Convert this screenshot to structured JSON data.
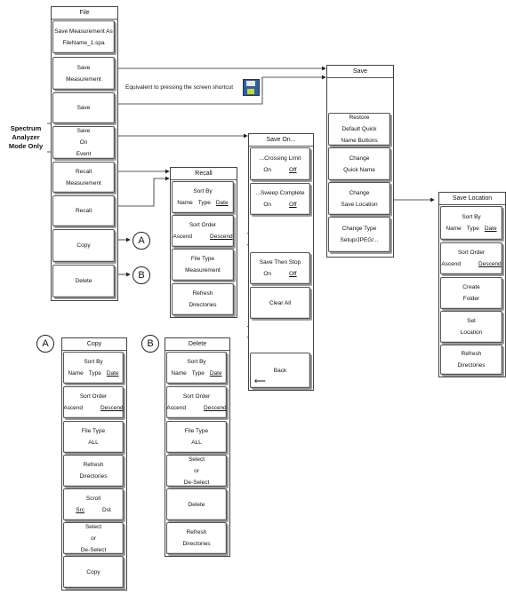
{
  "file_menu": {
    "title": "File",
    "keys": [
      {
        "lines": [
          "Save Measurement As",
          "FileName_1.spa"
        ]
      },
      {
        "lines": [
          "Save",
          "Measurement"
        ]
      },
      {
        "lines": [
          "Save"
        ]
      },
      {
        "lines": [
          "Save",
          "On",
          "Event"
        ]
      },
      {
        "lines": [
          "Recall",
          "Measurement"
        ]
      },
      {
        "lines": [
          "Recall"
        ]
      },
      {
        "lines": [
          "Copy"
        ]
      },
      {
        "lines": [
          "Delete"
        ]
      }
    ]
  },
  "side_label": [
    "Spectrum",
    "Analyzer",
    "Mode Only"
  ],
  "shortcut_note": "Equivalent to pressing the screen shortcut",
  "save_menu": {
    "title": "Save",
    "keys": [
      {
        "lines": [
          "Restore",
          "Default Quick",
          "Name Buttons"
        ]
      },
      {
        "lines": [
          "Change",
          "Quick Name"
        ]
      },
      {
        "lines": [
          "Change",
          "Save Location"
        ]
      },
      {
        "lines": [
          "Change Type",
          "Setup/JPEG/..."
        ]
      }
    ]
  },
  "save_location_menu": {
    "title": "Save Location",
    "keys": [
      {
        "lines": [
          "Sort By"
        ],
        "opts": [
          "Name",
          "Type",
          "Date"
        ],
        "sel": 2
      },
      {
        "lines": [
          "Sort Order"
        ],
        "opts": [
          "Ascend",
          "Descend"
        ],
        "sel": 1
      },
      {
        "lines": [
          "Create",
          "Folder"
        ]
      },
      {
        "lines": [
          "Set",
          "Location"
        ]
      },
      {
        "lines": [
          "Refresh",
          "Directories"
        ]
      }
    ]
  },
  "save_on_menu": {
    "title": "Save On...",
    "keys": [
      {
        "lines": [
          "...Crossing Limit"
        ],
        "opts": [
          "On",
          "Off"
        ],
        "sel": 1
      },
      {
        "lines": [
          "...Sweep Complete"
        ],
        "opts": [
          "On",
          "Off"
        ],
        "sel": 1
      },
      {
        "lines": [
          "Save Then Stop"
        ],
        "opts": [
          "On",
          "Off"
        ],
        "sel": 1
      },
      {
        "lines": [
          "Clear All"
        ]
      },
      {
        "lines": [
          "Back"
        ]
      }
    ],
    "back_arrow": "⟵"
  },
  "recall_menu": {
    "title": "Recall",
    "keys": [
      {
        "lines": [
          "Sort By"
        ],
        "opts": [
          "Name",
          "Type",
          "Date"
        ],
        "sel": 2
      },
      {
        "lines": [
          "Sort Order"
        ],
        "opts": [
          "Ascend",
          "Descend"
        ],
        "sel": 1
      },
      {
        "lines": [
          "File Type",
          "Measurement"
        ]
      },
      {
        "lines": [
          "Refresh",
          "Directories"
        ]
      }
    ]
  },
  "copy_menu": {
    "marker": "A",
    "title": "Copy",
    "keys": [
      {
        "lines": [
          "Sort By"
        ],
        "opts": [
          "Name",
          "Type",
          "Date"
        ],
        "sel": 2
      },
      {
        "lines": [
          "Sort Order"
        ],
        "opts": [
          "Ascend",
          "Descend"
        ],
        "sel": 1
      },
      {
        "lines": [
          "File Type",
          "ALL"
        ]
      },
      {
        "lines": [
          "Refresh",
          "Directories"
        ]
      },
      {
        "lines": [
          "Scroll"
        ],
        "opts": [
          "Src",
          "Dst"
        ],
        "sel": 0
      },
      {
        "lines": [
          "Select",
          "or",
          "De-Select"
        ]
      },
      {
        "lines": [
          "Copy"
        ]
      }
    ]
  },
  "delete_menu": {
    "marker": "B",
    "title": "Delete",
    "keys": [
      {
        "lines": [
          "Sort By"
        ],
        "opts": [
          "Name",
          "Type",
          "Date"
        ],
        "sel": 2
      },
      {
        "lines": [
          "Sort Order"
        ],
        "opts": [
          "Ascend",
          "Descend"
        ],
        "sel": 1
      },
      {
        "lines": [
          "File Type",
          "ALL"
        ]
      },
      {
        "lines": [
          "Select",
          "or",
          "De-Select"
        ]
      },
      {
        "lines": [
          "Delete"
        ]
      },
      {
        "lines": [
          "Refresh",
          "Directories"
        ]
      }
    ]
  },
  "markers": {
    "a": "A",
    "b": "B"
  }
}
